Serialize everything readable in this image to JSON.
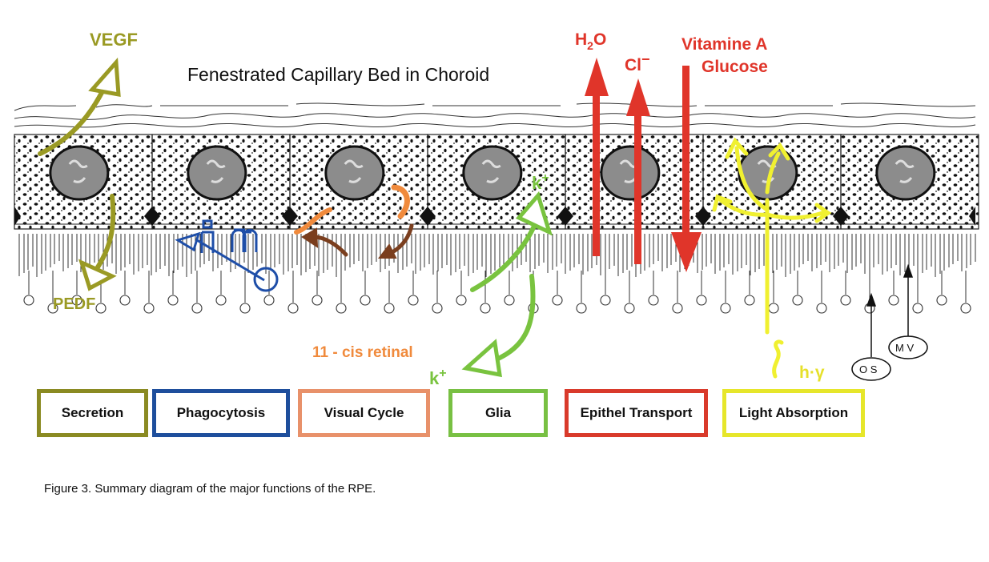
{
  "title": "Fenestrated Capillary Bed in Choroid",
  "labels": {
    "vegf": "VEGF",
    "pedf": "PEDF",
    "h2o_h": "H",
    "h2o_sub": "2",
    "h2o_o": "O",
    "cl": "Cl",
    "cl_sup": "−",
    "vitamin_a": "Vitamine A",
    "glucose": "Glucose",
    "retinal": "11 - cis retinal",
    "k_top": "k",
    "k_top_sup": "+",
    "k_bottom": "k",
    "k_bottom_sup": "+",
    "hv": "h·γ",
    "os": "O S",
    "mv": "M V"
  },
  "legend": [
    {
      "label": "Secretion",
      "color": "#8a8a22"
    },
    {
      "label": "Phagocytosis",
      "color": "#1e4e9c"
    },
    {
      "label": "Visual Cycle",
      "color": "#e8916a"
    },
    {
      "label": "Glia",
      "color": "#78c043"
    },
    {
      "label": "Epithel Transport",
      "color": "#d93a2b"
    },
    {
      "label": "Light Absorption",
      "color": "#e6e62a"
    }
  ],
  "caption": "Figure 3. Summary diagram of the major functions of the RPE.",
  "colors": {
    "secretion": "#9a9a24",
    "phagocytosis": "#1e4ea8",
    "visual_orange": "#f08a3c",
    "visual_brown": "#7a3e1e",
    "glia": "#79c33f",
    "transport": "#e0352a",
    "light": "#f0f030"
  }
}
